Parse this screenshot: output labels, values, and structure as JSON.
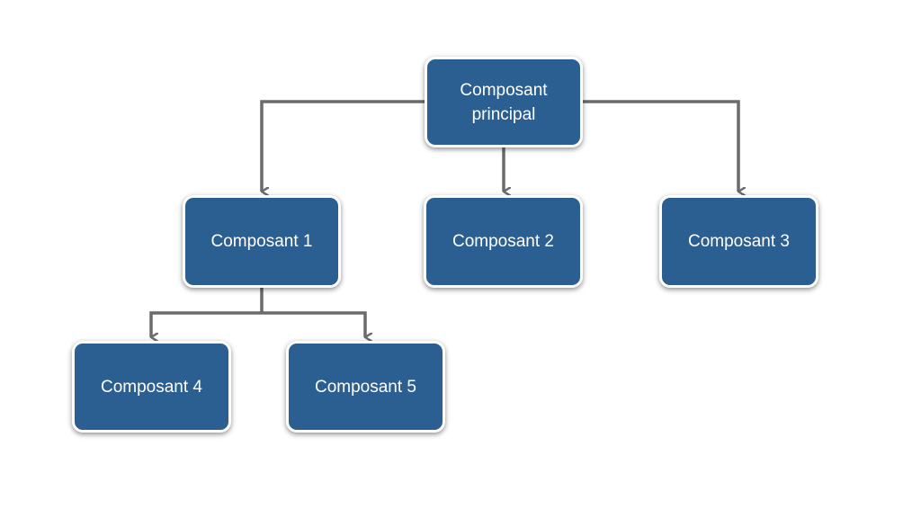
{
  "colors": {
    "node_fill": "#2c5f91",
    "node_border": "#ffffff",
    "node_text": "#ffffff",
    "connector": "#6b6b6b"
  },
  "nodes": {
    "root": "Composant principal",
    "c1": "Composant 1",
    "c2": "Composant 2",
    "c3": "Composant 3",
    "c4": "Composant 4",
    "c5": "Composant 5"
  }
}
